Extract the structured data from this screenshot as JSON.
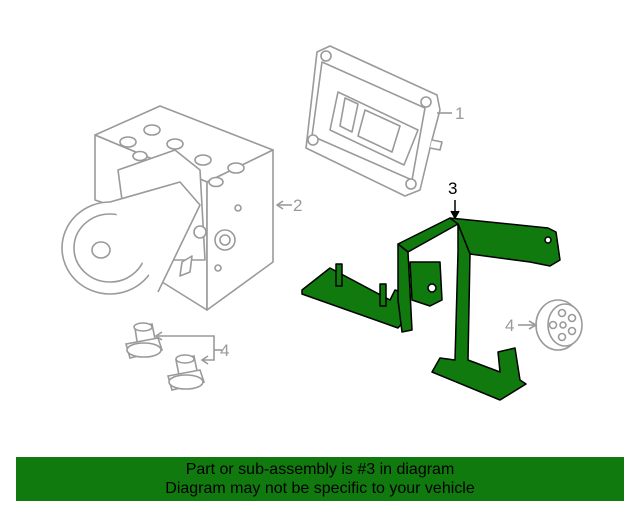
{
  "callouts": {
    "c1": "1",
    "c2": "2",
    "c3": "3",
    "c4a": "4",
    "c4b": "4"
  },
  "banner": {
    "line1": "Part or sub-assembly is #3 in diagram",
    "line2": "Diagram may not be specific to your vehicle",
    "color": "#117a0f"
  },
  "colors": {
    "highlight": "#117a0f",
    "outline": "#9a9a9a"
  }
}
